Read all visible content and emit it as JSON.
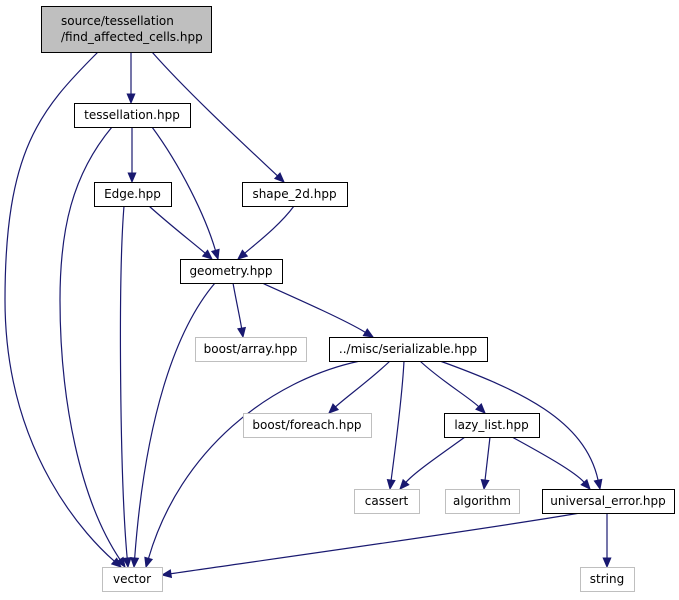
{
  "colors": {
    "edge": "#191970",
    "node_border": "#000000",
    "node_border_external": "#bfbfbf",
    "root_fill": "#bfbfbf",
    "node_fill": "#ffffff"
  },
  "nodes": [
    {
      "id": "root",
      "lines": [
        "source/tessellation",
        "/find_affected_cells.hpp"
      ],
      "kind": "root"
    },
    {
      "id": "tessellation",
      "lines": [
        "tessellation.hpp"
      ],
      "kind": "internal"
    },
    {
      "id": "shape2d",
      "lines": [
        "shape_2d.hpp"
      ],
      "kind": "internal"
    },
    {
      "id": "edge",
      "lines": [
        "Edge.hpp"
      ],
      "kind": "internal"
    },
    {
      "id": "geometry",
      "lines": [
        "geometry.hpp"
      ],
      "kind": "internal"
    },
    {
      "id": "boost_array",
      "lines": [
        "boost/array.hpp"
      ],
      "kind": "external"
    },
    {
      "id": "serializable",
      "lines": [
        "../misc/serializable.hpp"
      ],
      "kind": "internal"
    },
    {
      "id": "boost_foreach",
      "lines": [
        "boost/foreach.hpp"
      ],
      "kind": "external"
    },
    {
      "id": "lazy_list",
      "lines": [
        "lazy_list.hpp"
      ],
      "kind": "internal"
    },
    {
      "id": "cassert",
      "lines": [
        "cassert"
      ],
      "kind": "external"
    },
    {
      "id": "algorithm",
      "lines": [
        "algorithm"
      ],
      "kind": "external"
    },
    {
      "id": "universal_error",
      "lines": [
        "universal_error.hpp"
      ],
      "kind": "internal"
    },
    {
      "id": "vector",
      "lines": [
        "vector"
      ],
      "kind": "external"
    },
    {
      "id": "string",
      "lines": [
        "string"
      ],
      "kind": "external"
    }
  ],
  "edges": [
    {
      "from": "root",
      "to": "tessellation"
    },
    {
      "from": "root",
      "to": "shape2d"
    },
    {
      "from": "root",
      "to": "vector"
    },
    {
      "from": "tessellation",
      "to": "edge"
    },
    {
      "from": "tessellation",
      "to": "geometry"
    },
    {
      "from": "tessellation",
      "to": "vector"
    },
    {
      "from": "shape2d",
      "to": "geometry"
    },
    {
      "from": "edge",
      "to": "geometry"
    },
    {
      "from": "edge",
      "to": "vector"
    },
    {
      "from": "geometry",
      "to": "boost_array"
    },
    {
      "from": "geometry",
      "to": "serializable"
    },
    {
      "from": "geometry",
      "to": "vector"
    },
    {
      "from": "serializable",
      "to": "boost_foreach"
    },
    {
      "from": "serializable",
      "to": "cassert"
    },
    {
      "from": "serializable",
      "to": "lazy_list"
    },
    {
      "from": "serializable",
      "to": "universal_error"
    },
    {
      "from": "serializable",
      "to": "vector"
    },
    {
      "from": "lazy_list",
      "to": "cassert"
    },
    {
      "from": "lazy_list",
      "to": "algorithm"
    },
    {
      "from": "lazy_list",
      "to": "universal_error"
    },
    {
      "from": "universal_error",
      "to": "vector"
    },
    {
      "from": "universal_error",
      "to": "string"
    }
  ]
}
